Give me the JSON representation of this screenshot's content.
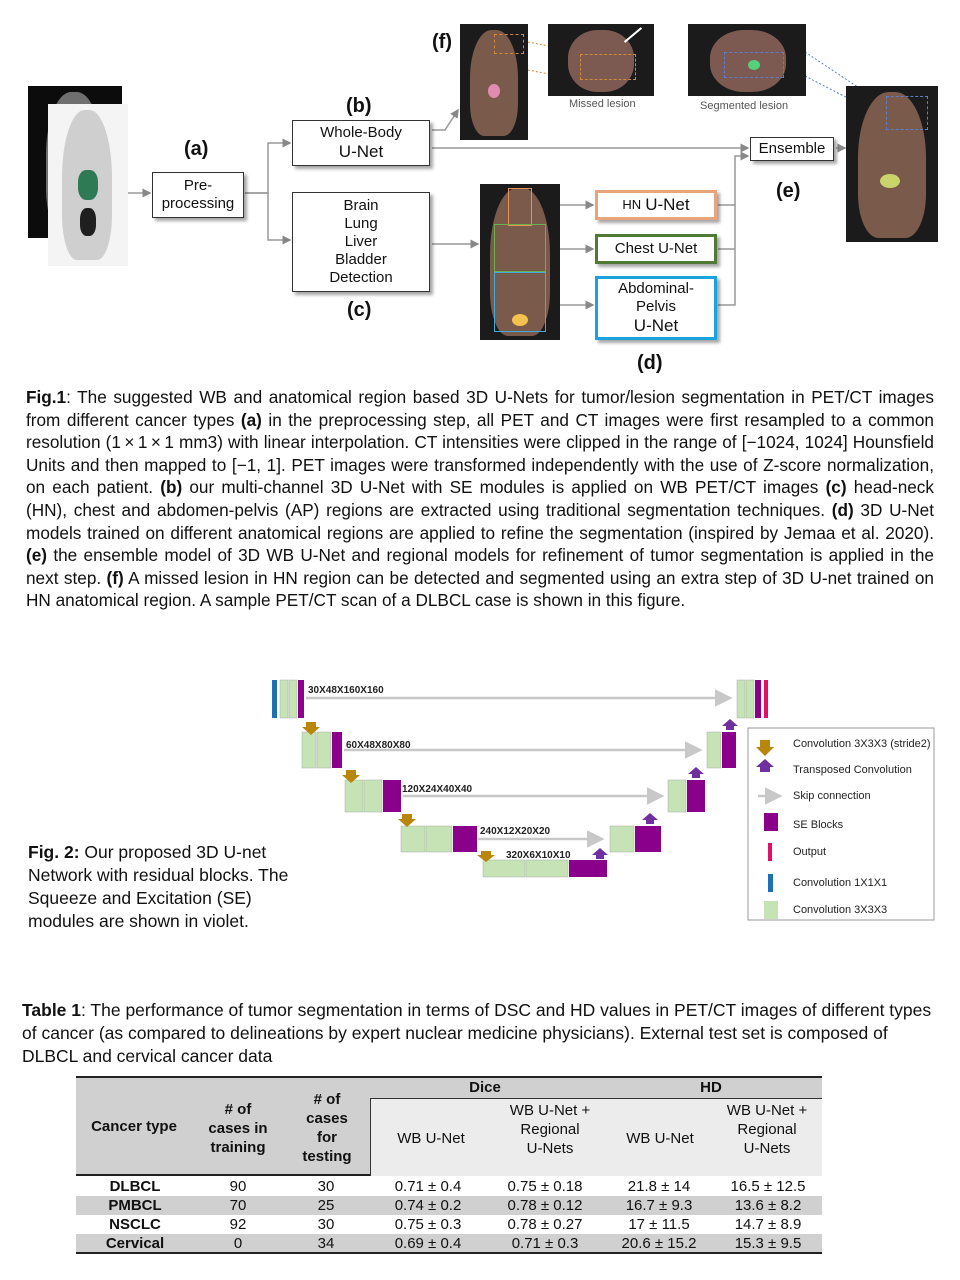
{
  "fig1": {
    "panel_labels": {
      "a": "(a)",
      "b": "(b)",
      "c": "(c)",
      "d": "(d)",
      "e": "(e)",
      "f": "(f)"
    },
    "boxes": {
      "preprocessing": [
        "Pre-",
        "processing"
      ],
      "wb_unet": [
        "Whole-Body",
        "U-Net"
      ],
      "region_detection": [
        "Brain",
        "Lung",
        "Liver",
        "Bladder",
        "Detection"
      ],
      "hn_unet": [
        "HN",
        "U-Net"
      ],
      "chest_unet": "Chest U-Net",
      "ap_unet": [
        "Abdominal-",
        "Pelvis",
        "U-Net"
      ],
      "ensemble": "Ensemble"
    },
    "notes": {
      "missed": "Missed lesion",
      "segmented": "Segmented lesion"
    },
    "caption": {
      "p1": "Fig.1",
      "p2": ":  The suggested WB and anatomical region based 3D U-Nets for tumor/lesion segmentation in PET/CT images from different cancer types ",
      "p3": "(a)",
      "p4": " in the preprocessing step, all PET and CT images were first resampled to a common resolution (1 × 1 × 1 mm3) with linear interpolation. CT intensities were clipped in the range of [−1024, 1024] Hounsfield Units and then mapped to [−1, 1]. PET images were transformed independently with the use of Z-score normalization, on each patient. ",
      "p5": "(b)",
      "p6": " our multi-channel 3D U-Net with SE modules is applied on WB PET/CT images ",
      "p7": "(c)",
      "p8": " head-neck (HN), chest and abdomen-pelvis (AP) regions are extracted using traditional segmentation techniques. ",
      "p9": "(d)",
      "p10": " 3D U-Net models trained on different anatomical regions are applied to refine the segmentation (inspired by Jemaa et al. 2020). ",
      "p11": "(e)",
      "p12": " the ensemble model of 3D WB U-Net and regional models for refinement of tumor segmentation is applied in the next step. ",
      "p13": "(f)",
      "p14": " A missed lesion in HN region can be detected and segmented using an extra step of 3D U-net trained on HN anatomical region. A sample PET/CT scan of a DLBCL case is shown in this figure."
    }
  },
  "fig2": {
    "dims": [
      "30X48X160X160",
      "60X48X80X80",
      "120X24X40X40",
      "240X12X20X20",
      "320X6X10X10"
    ],
    "legend": [
      {
        "label": "Convolution 3X3X3 (stride2)",
        "icon": "down-arrow-icon",
        "color": "#b8860b"
      },
      {
        "label": "Transposed Convolution",
        "icon": "up-arrow-icon",
        "color": "#7030a0"
      },
      {
        "label": "Skip connection",
        "icon": "right-arrow-icon",
        "color": "#c0c0c0"
      },
      {
        "label": "SE Blocks",
        "icon": "square-icon",
        "color": "#8b008b"
      },
      {
        "label": "Output",
        "icon": "bar-icon",
        "color": "#e0106a"
      },
      {
        "label": "Convolution 1X1X1",
        "icon": "bar-icon",
        "color": "#1f6fb5"
      },
      {
        "label": "Convolution 3X3X3",
        "icon": "square-icon",
        "color": "#c6e3b5"
      }
    ],
    "caption": {
      "bold": "Fig. 2:",
      "text": " Our proposed 3D U-net Network with residual blocks. The Squeeze and Excitation (SE) modules are shown in violet."
    }
  },
  "table1": {
    "caption": {
      "bold": "Table 1",
      "text": ": The performance of tumor segmentation in terms of DSC and HD values in PET/CT images of different types of cancer (as compared to delineations by expert nuclear medicine physicians). External test set is composed of DLBCL and cervical cancer data"
    },
    "headers": {
      "cancer_type": "Cancer type",
      "training": [
        "# of",
        "cases in",
        "training"
      ],
      "testing": [
        "# of",
        "cases",
        "for",
        "testing"
      ],
      "dice": "Dice",
      "hd": "HD",
      "wb": "WB U-Net",
      "regional": [
        "WB U-Net +",
        "Regional",
        "U-Nets"
      ]
    },
    "rows": [
      {
        "type": "DLBCL",
        "train": "90",
        "test": "30",
        "dice_wb": "0.71 ± 0.4",
        "dice_reg": "0.75 ± 0.18",
        "hd_wb": "21.8 ± 14",
        "hd_reg": "16.5 ± 12.5"
      },
      {
        "type": "PMBCL",
        "train": "70",
        "test": "25",
        "dice_wb": "0.74 ± 0.2",
        "dice_reg": "0.78 ± 0.12",
        "hd_wb": "16.7 ± 9.3",
        "hd_reg": "13.6 ± 8.2"
      },
      {
        "type": "NSCLC",
        "train": "92",
        "test": "30",
        "dice_wb": "0.75 ± 0.3",
        "dice_reg": "0.78 ± 0.27",
        "hd_wb": "17 ± 11.5",
        "hd_reg": "14.7 ± 8.9"
      },
      {
        "type": "Cervical",
        "train": "0",
        "test": "34",
        "dice_wb": "0.69 ± 0.4",
        "dice_reg": "0.71 ± 0.3",
        "hd_wb": "20.6 ± 15.2",
        "hd_reg": "15.3 ± 9.5"
      }
    ]
  }
}
